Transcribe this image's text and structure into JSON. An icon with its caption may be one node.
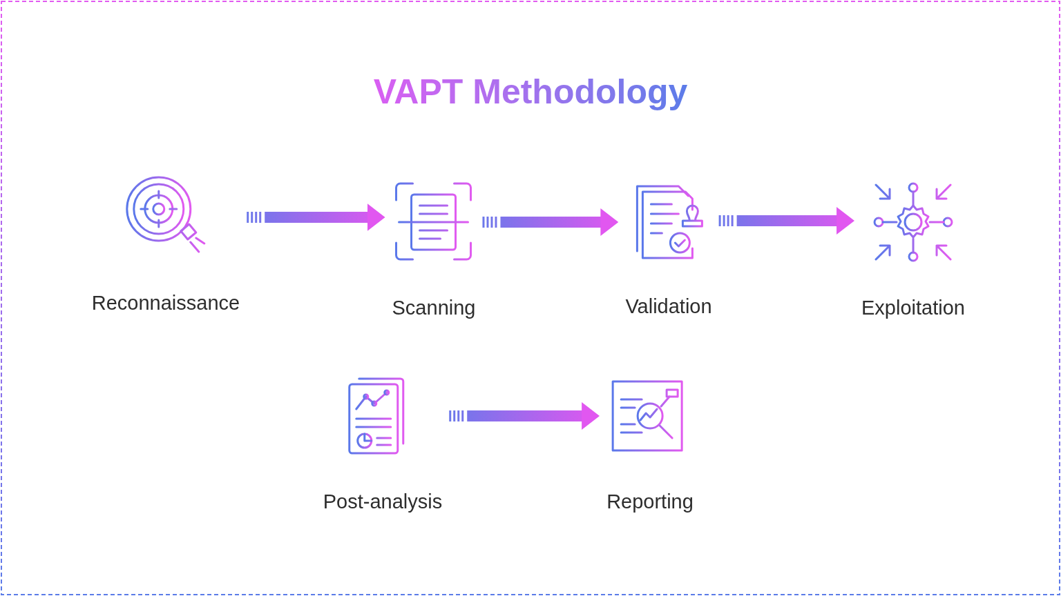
{
  "diagram": {
    "title": "VAPT Methodology",
    "nodes": [
      {
        "text": [
          "Reconnaissance"
        ]
      },
      {
        "text": [
          "Scanning"
        ]
      },
      {
        "text": [
          "Validation"
        ]
      },
      {
        "text": [
          "Exploitation"
        ]
      },
      {
        "text": [
          "Post-analysis"
        ]
      },
      {
        "text": [
          "Reporting"
        ]
      }
    ],
    "edges": [
      {
        "from": 0,
        "to": 1,
        "arrow": "to"
      },
      {
        "from": 1,
        "to": 2,
        "arrow": "to"
      },
      {
        "from": 2,
        "to": 3,
        "arrow": "to"
      },
      {
        "from": 4,
        "to": 5,
        "arrow": "to"
      }
    ]
  }
}
